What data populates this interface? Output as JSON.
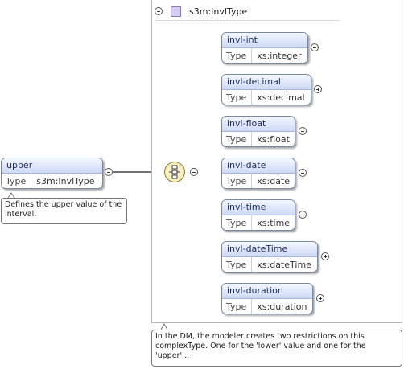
{
  "type_group": {
    "label": "s3m:InvlType"
  },
  "upper": {
    "name": "upper",
    "type_key": "Type",
    "type_value": "s3m:InvlType"
  },
  "tooltips": {
    "upper_doc": "Defines the upper value of the interval.",
    "group_doc": "In the DM, the modeler creates two restrictions on this complexType. One for the 'lower' value and one for the 'upper'..."
  },
  "children": [
    {
      "name": "invl-int",
      "type_key": "Type",
      "type_value": "xs:integer"
    },
    {
      "name": "invl-decimal",
      "type_key": "Type",
      "type_value": "xs:decimal"
    },
    {
      "name": "invl-float",
      "type_key": "Type",
      "type_value": "xs:float"
    },
    {
      "name": "invl-date",
      "type_key": "Type",
      "type_value": "xs:date"
    },
    {
      "name": "invl-time",
      "type_key": "Type",
      "type_value": "xs:time"
    },
    {
      "name": "invl-dateTime",
      "type_key": "Type",
      "type_value": "xs:dateTime"
    },
    {
      "name": "invl-duration",
      "type_key": "Type",
      "type_value": "xs:duration"
    }
  ]
}
